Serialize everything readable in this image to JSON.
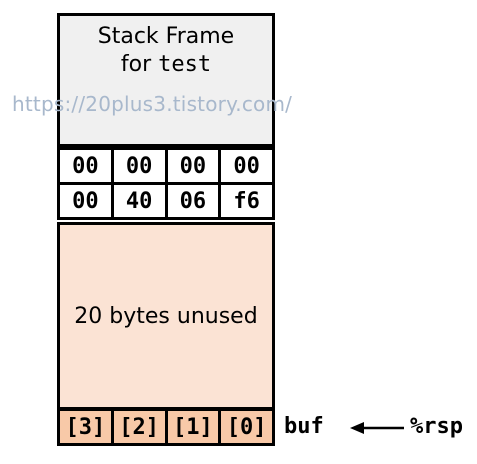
{
  "frame": {
    "title": "Stack Frame",
    "subtitle_prefix": "for",
    "subtitle_code": "test"
  },
  "watermark": "https://20plus3.tistory.com/",
  "rows": [
    [
      "00",
      "00",
      "00",
      "00"
    ],
    [
      "00",
      "40",
      "06",
      "f6"
    ]
  ],
  "unused_label": "20 bytes unused",
  "buf_cells": [
    "[3]",
    "[2]",
    "[1]",
    "[0]"
  ],
  "buf_label": "buf",
  "register_label": "%rsp",
  "colors": {
    "frame_bg": "#f0f0f0",
    "unused_bg": "#fbe3d4",
    "buf_bg": "#f8c9a8",
    "watermark": "#a8b8cc"
  }
}
